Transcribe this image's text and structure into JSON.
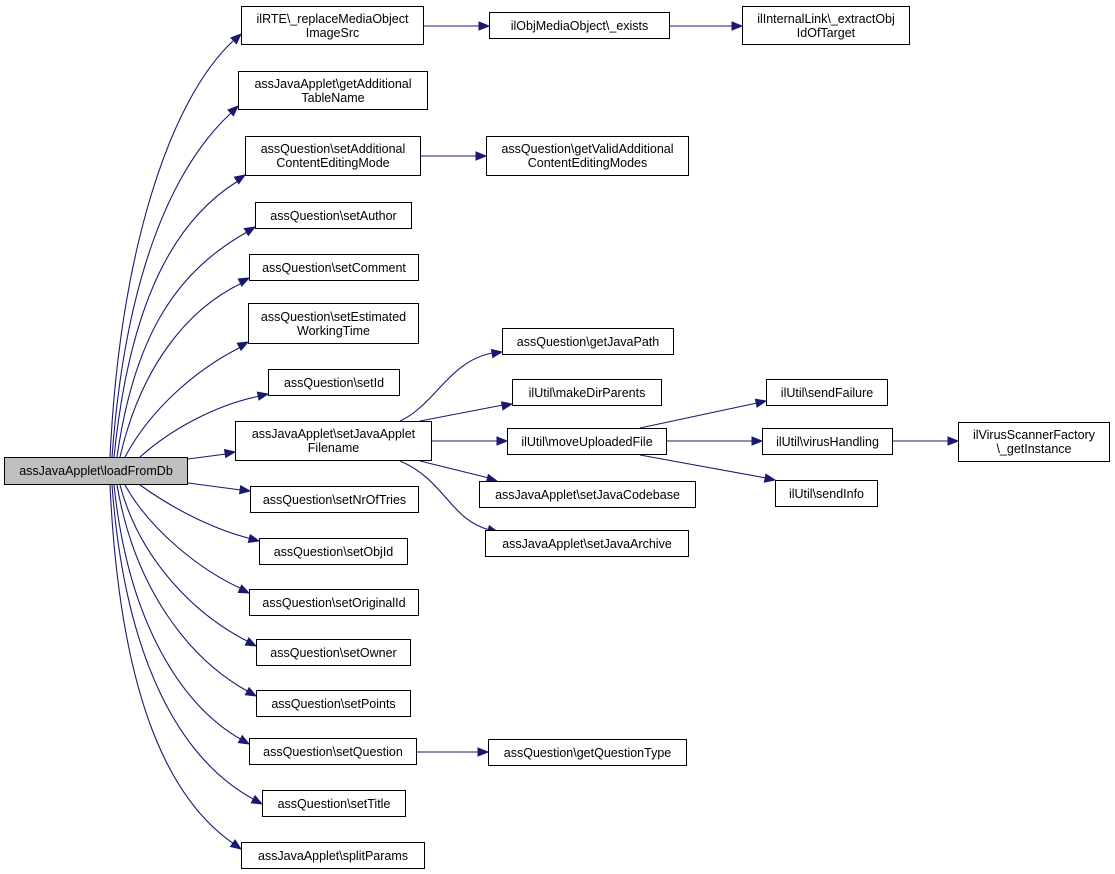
{
  "colors": {
    "edge": "#191970",
    "root_fill": "#bfbfbf",
    "node_fill": "#ffffff",
    "border": "#000000"
  },
  "nodes": {
    "root": "assJavaApplet\\loadFromDb",
    "replace_media": "ilRTE\\_replaceMediaObject\nImageSrc",
    "media_exists": "ilObjMediaObject\\_exists",
    "extract_obj": "ilInternalLink\\_extractObj\nIdOfTarget",
    "get_additional_table": "assJavaApplet\\getAdditional\nTableName",
    "set_additional_content": "assQuestion\\setAdditional\nContentEditingMode",
    "get_valid_additional": "assQuestion\\getValidAdditional\nContentEditingModes",
    "set_author": "assQuestion\\setAuthor",
    "set_comment": "assQuestion\\setComment",
    "set_estimated": "assQuestion\\setEstimated\nWorkingTime",
    "set_id": "assQuestion\\setId",
    "set_java_applet_filename": "assJavaApplet\\setJavaApplet\nFilename",
    "get_java_path": "assQuestion\\getJavaPath",
    "make_dir_parents": "ilUtil\\makeDirParents",
    "move_uploaded_file": "ilUtil\\moveUploadedFile",
    "send_failure": "ilUtil\\sendFailure",
    "virus_handling": "ilUtil\\virusHandling",
    "virus_scanner": "ilVirusScannerFactory\n\\_getInstance",
    "send_info": "ilUtil\\sendInfo",
    "set_java_codebase": "assJavaApplet\\setJavaCodebase",
    "set_java_archive": "assJavaApplet\\setJavaArchive",
    "set_nr_of_tries": "assQuestion\\setNrOfTries",
    "set_obj_id": "assQuestion\\setObjId",
    "set_original_id": "assQuestion\\setOriginalId",
    "set_owner": "assQuestion\\setOwner",
    "set_points": "assQuestion\\setPoints",
    "set_question": "assQuestion\\setQuestion",
    "get_question_type": "assQuestion\\getQuestionType",
    "set_title": "assQuestion\\setTitle",
    "split_params": "assJavaApplet\\splitParams"
  }
}
